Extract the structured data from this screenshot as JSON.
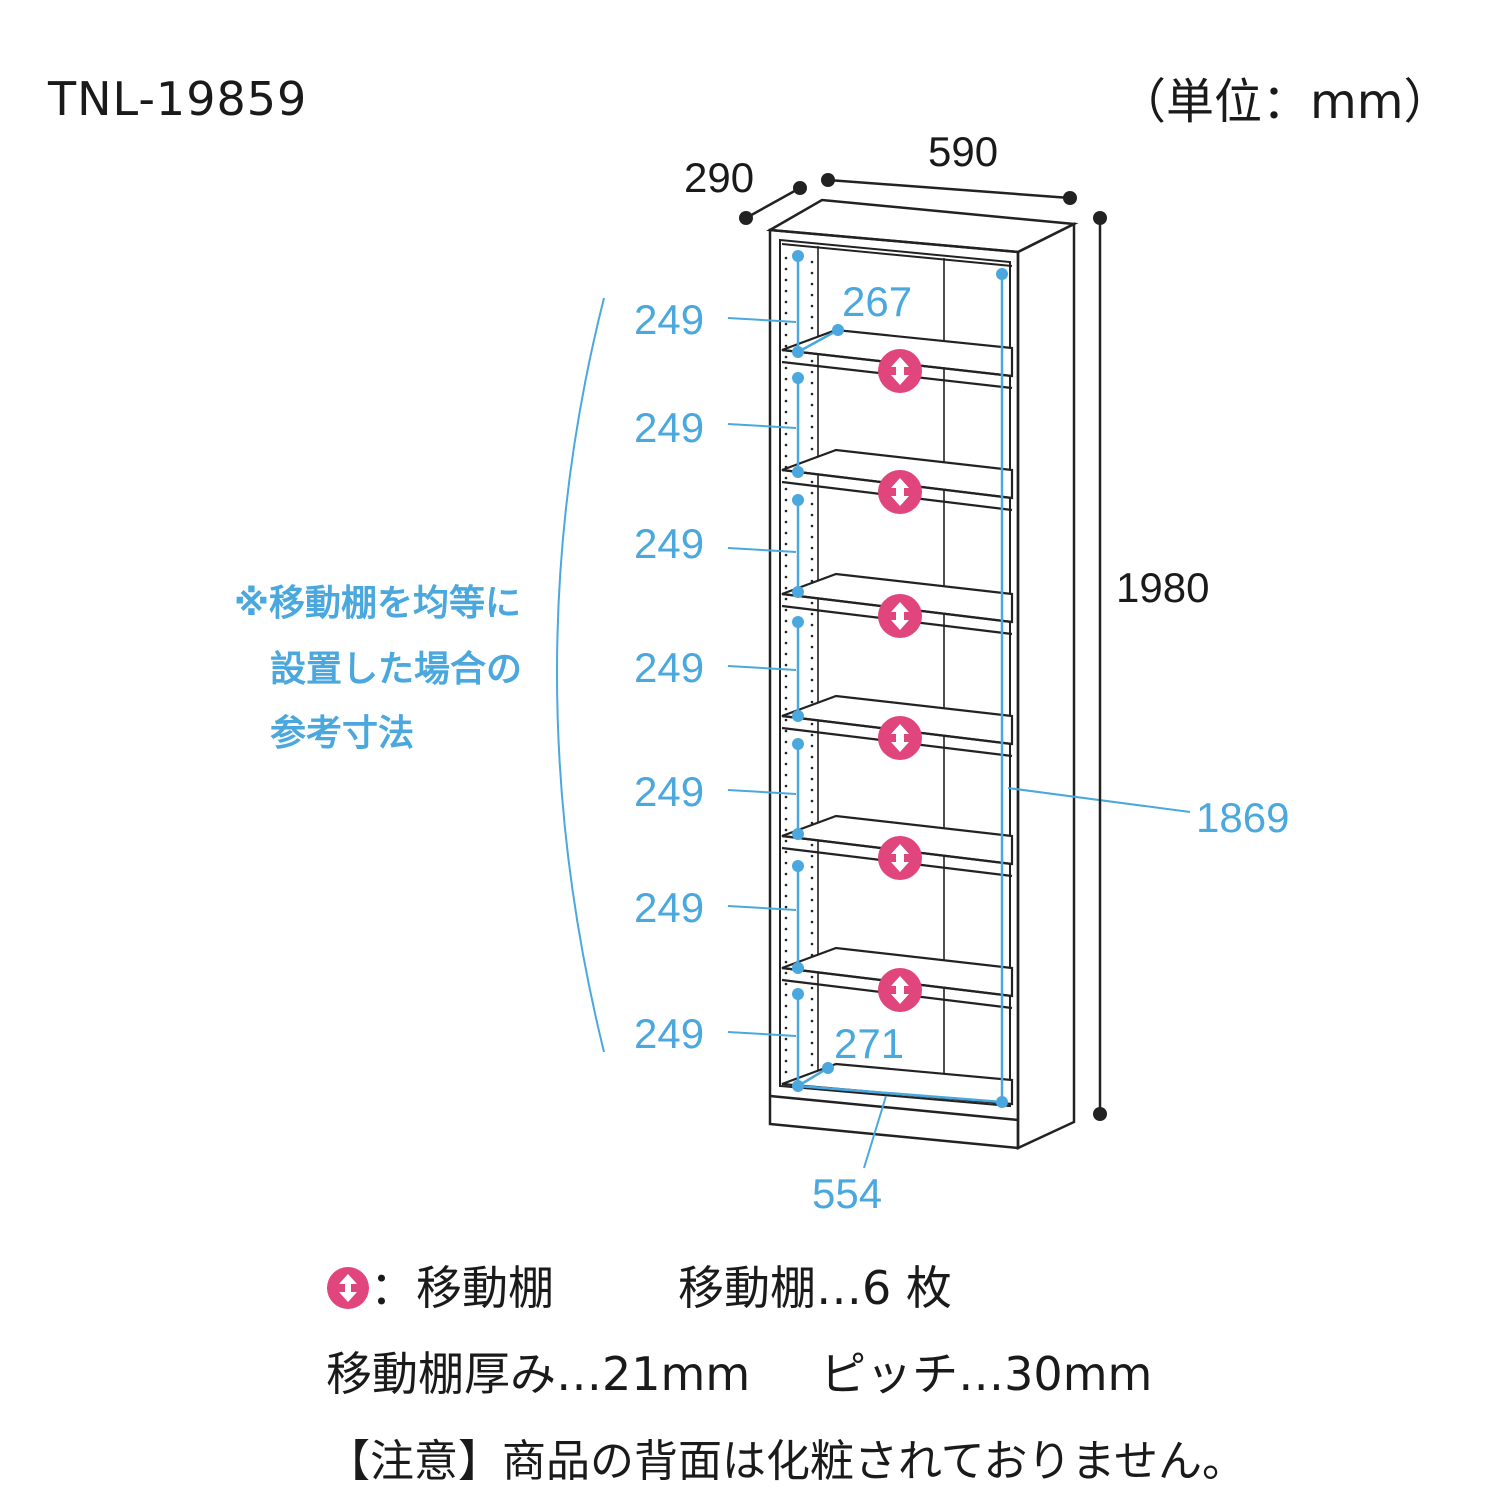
{
  "model": "TNL-19859",
  "unit_label": "（単位：mm）",
  "dimensions": {
    "depth": "290",
    "width": "590",
    "height": "1980",
    "shelf_gaps": [
      "249",
      "249",
      "249",
      "249",
      "249",
      "249",
      "249"
    ],
    "top_inner_depth": "267",
    "bottom_inner_depth": "271",
    "inner_height": "1869",
    "inner_width": "554"
  },
  "note_lines": [
    "※移動棚を均等に",
    "設置した場合の",
    "参考寸法"
  ],
  "legend": {
    "mark_label": "：移動棚",
    "shelf_count": "移動棚…6 枚"
  },
  "specs": {
    "thickness": "移動棚厚み…21mm",
    "pitch": "ピッチ…30mm"
  },
  "notice": "【注意】商品の背面は化粧されておりません。",
  "colors": {
    "blue": "#4aa8de",
    "pink": "#e0457b",
    "line": "#222222"
  },
  "icons": {
    "movable_shelf": "up-down-arrow-icon"
  }
}
